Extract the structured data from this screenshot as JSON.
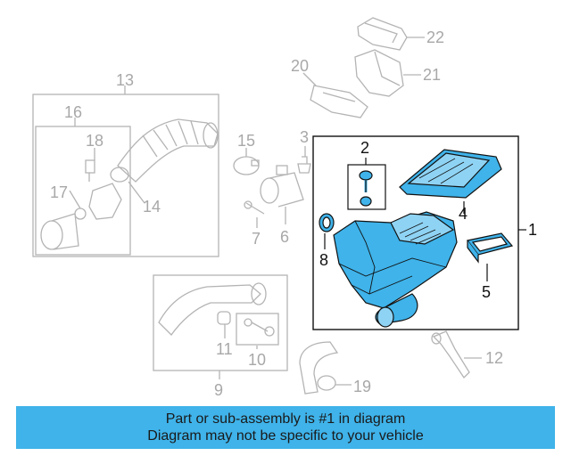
{
  "callouts": {
    "c1": "1",
    "c2": "2",
    "c3": "3",
    "c4": "4",
    "c5": "5",
    "c6": "6",
    "c7": "7",
    "c8": "8",
    "c9": "9",
    "c10": "10",
    "c11": "11",
    "c12": "12",
    "c13": "13",
    "c14": "14",
    "c15": "15",
    "c16": "16",
    "c17": "17",
    "c18": "18",
    "c19": "19",
    "c20": "20",
    "c21": "21",
    "c22": "22"
  },
  "notice": {
    "line1": "Part or sub-assembly is #1 in diagram",
    "line2": "Diagram may not be specific to your vehicle"
  },
  "colors": {
    "highlight_part": "#3fb3ea",
    "outline_dark": "#111111",
    "outline_grey": "#b4b4b4",
    "notice_bg": "#3fb3ea"
  }
}
